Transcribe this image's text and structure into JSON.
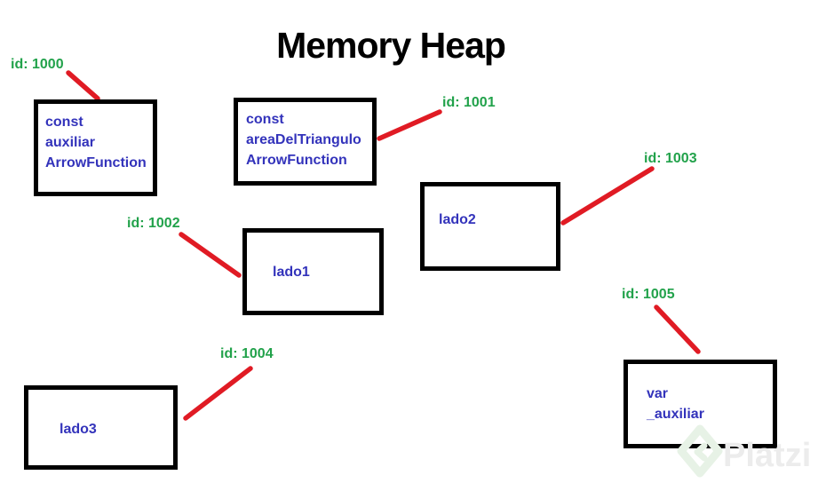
{
  "title": "Memory Heap",
  "nodes": [
    {
      "key": "auxiliar",
      "id_label": "id: 1000",
      "lines": [
        "const",
        "auxiliar",
        "ArrowFunction"
      ]
    },
    {
      "key": "areaDelTriangulo",
      "id_label": "id: 1001",
      "lines": [
        "const",
        "areaDelTriangulo",
        "ArrowFunction"
      ]
    },
    {
      "key": "lado1",
      "id_label": "id: 1002",
      "lines": [
        "lado1"
      ]
    },
    {
      "key": "lado2",
      "id_label": "id: 1003",
      "lines": [
        "lado2"
      ]
    },
    {
      "key": "lado3",
      "id_label": "id: 1004",
      "lines": [
        "lado3"
      ]
    },
    {
      "key": "var_auxiliar",
      "id_label": "id: 1005",
      "lines": [
        "var",
        "_auxiliar"
      ]
    }
  ],
  "colors": {
    "title": "#000000",
    "box_border": "#000000",
    "box_text": "#3333bb",
    "id_label": "#22a24b",
    "connector": "#e01b24"
  },
  "watermark": {
    "brand": "Platzi"
  }
}
